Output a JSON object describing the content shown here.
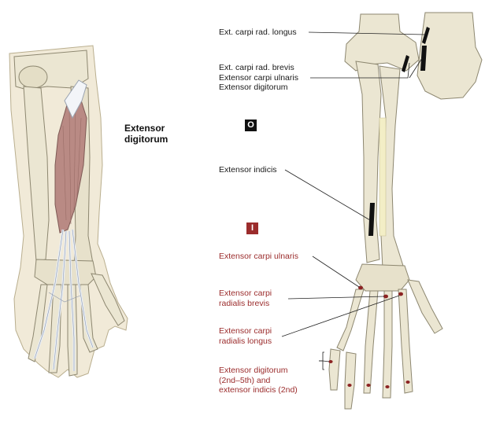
{
  "main_title": [
    "Extensor",
    "digitorum"
  ],
  "badges": {
    "origin": "O",
    "insertion": "I"
  },
  "origin_labels": {
    "ecrl": "Ext. carpi rad. longus",
    "ecrb": "Ext. carpi rad. brevis",
    "ecu": "Extensor carpi ulnaris",
    "ed": "Extensor digitorum",
    "ei": "Extensor indicis"
  },
  "insertion_labels": {
    "ecu": [
      "Extensor carpi ulnaris"
    ],
    "ecrb": [
      "Extensor carpi",
      "radialis brevis"
    ],
    "ecrl": [
      "Extensor carpi",
      "radialis longus"
    ],
    "ed": [
      "Extensor digitorum",
      "(2nd–5th) and",
      "extensor indicis (2nd)"
    ]
  },
  "colors": {
    "bone": "#ebe6d2",
    "bone_outline": "#8d8770",
    "muscle": "#b98a84",
    "tendon": "#eef1f6",
    "origin_mark": "#111111",
    "insertion_mark": "#8c2323",
    "insertion_text": "#9b2c2c"
  }
}
